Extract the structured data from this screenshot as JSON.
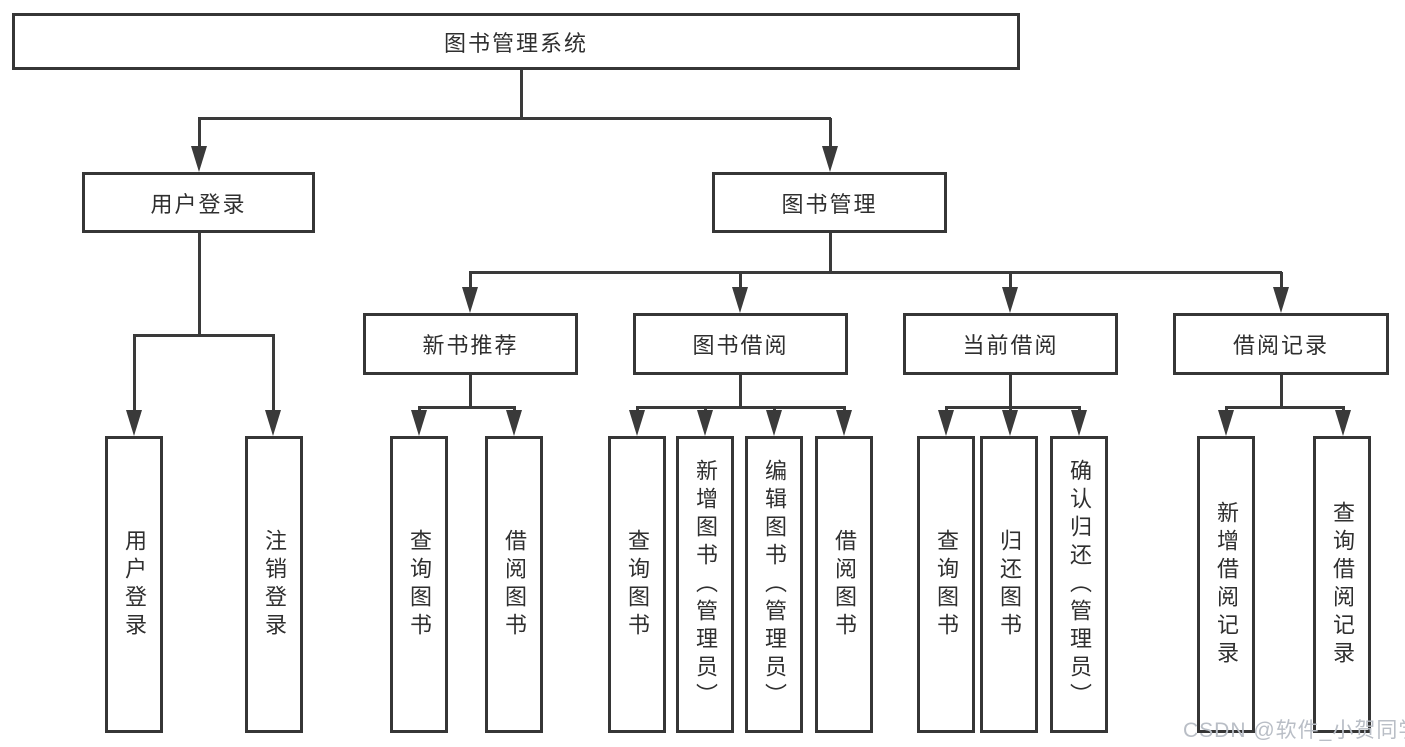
{
  "colors": {
    "line": "#3a3a3a",
    "box_border": "#363636",
    "text": "#2f2f2f",
    "background": "#ffffff",
    "watermark": "#b9bec6"
  },
  "nodes": {
    "root": "图书管理系统",
    "user_login_group": "用户登录",
    "book_mgmt_group": "图书管理",
    "new_book_rec": "新书推荐",
    "book_borrow": "图书借阅",
    "current_borrow": "当前借阅",
    "borrow_records": "借阅记录",
    "leaf_user_login": "用户登录",
    "leaf_logout": "注销登录",
    "leaf_query_book_1": "查询图书",
    "leaf_borrow_book_1": "借阅图书",
    "leaf_query_book_2": "查询图书",
    "leaf_add_book": "新增图书（管理员）",
    "leaf_edit_book": "编辑图书（管理员）",
    "leaf_borrow_book_2": "借阅图书",
    "leaf_query_book_3": "查询图书",
    "leaf_return_book": "归还图书",
    "leaf_confirm_return": "确认归还（管理员）",
    "leaf_add_borrow_record": "新增借阅记录",
    "leaf_query_borrow_record": "查询借阅记录"
  },
  "watermark": "CSDN @软件_小贺同学"
}
